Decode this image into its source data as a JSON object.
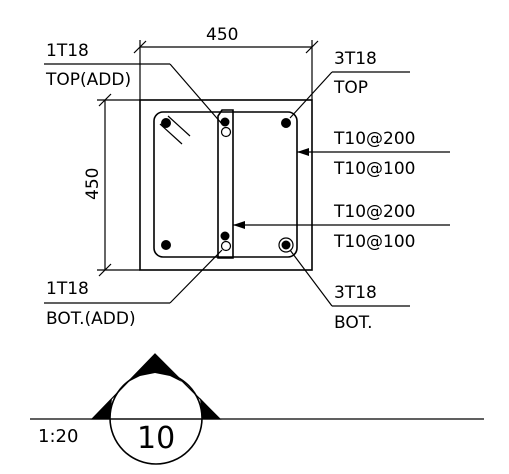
{
  "drawing": {
    "section_width_dim": "450",
    "section_height_dim": "450",
    "labels": {
      "top_add_bar": "1T18",
      "top_add_desc": "TOP(ADD)",
      "top_bar": "3T18",
      "top_desc": "TOP",
      "outer_link_spacing_1": "T10@200",
      "outer_link_spacing_2": "T10@100",
      "inner_link_spacing_1": "T10@200",
      "inner_link_spacing_2": "T10@100",
      "bot_add_bar": "1T18",
      "bot_add_desc": "BOT.(ADD)",
      "bot_bar": "3T18",
      "bot_desc": "BOT."
    },
    "section_marker": {
      "scale": "1:20",
      "number": "10"
    }
  }
}
